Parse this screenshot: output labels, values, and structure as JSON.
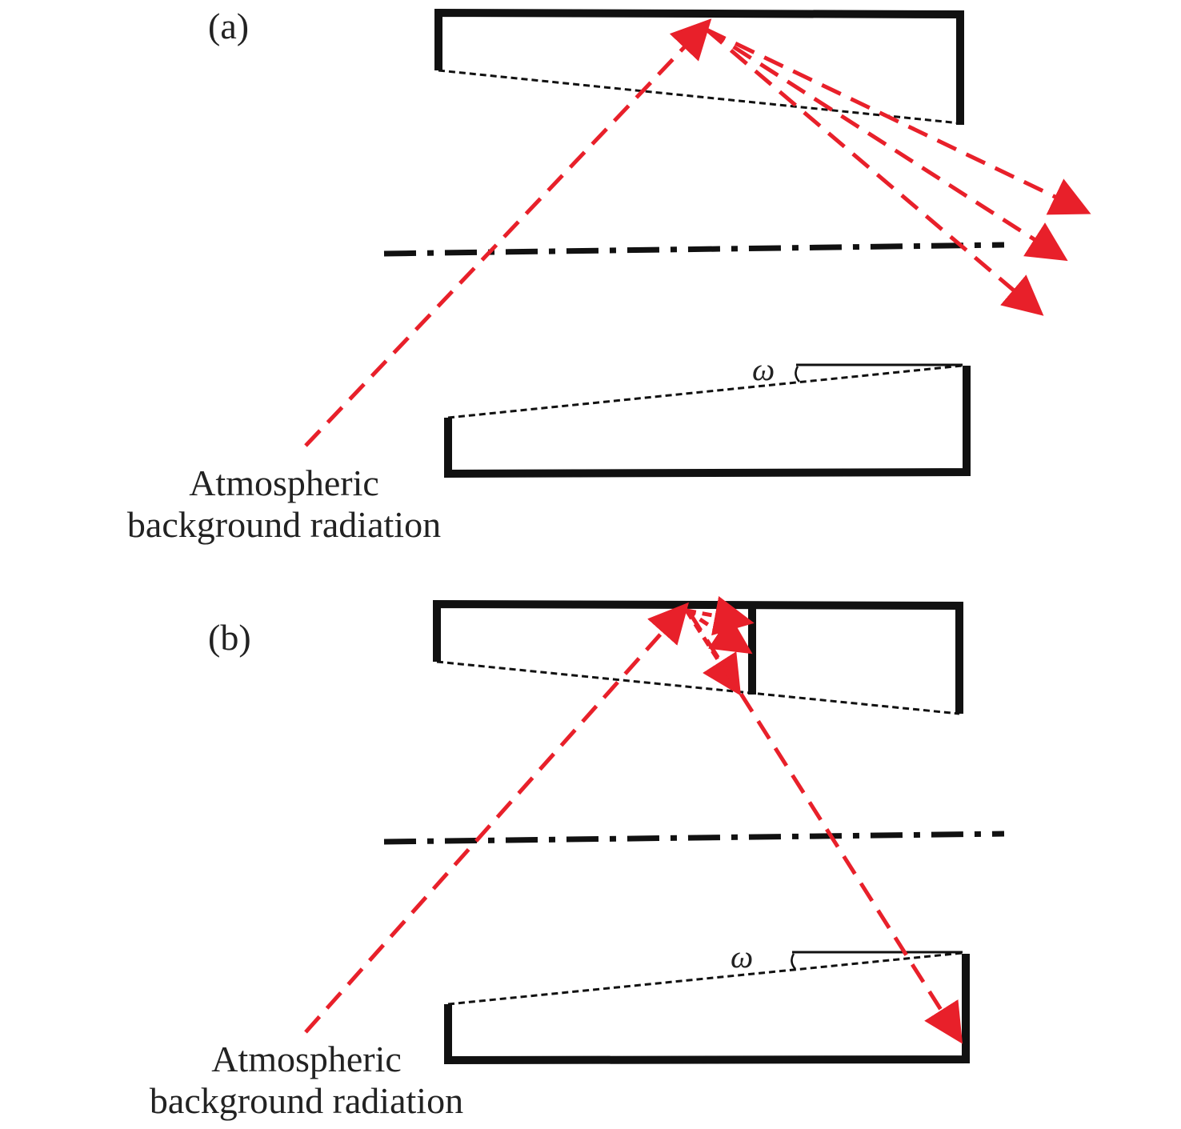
{
  "colors": {
    "structure": "#111111",
    "ray": "#e8202a",
    "text": "#222222"
  },
  "panel_a": {
    "label": "(a)",
    "omega": "ω",
    "caption_line1": "Atmospheric",
    "caption_line2": "background radiation"
  },
  "panel_b": {
    "label": "(b)",
    "omega": "ω",
    "caption_line1": "Atmospheric",
    "caption_line2": "background radiation"
  }
}
